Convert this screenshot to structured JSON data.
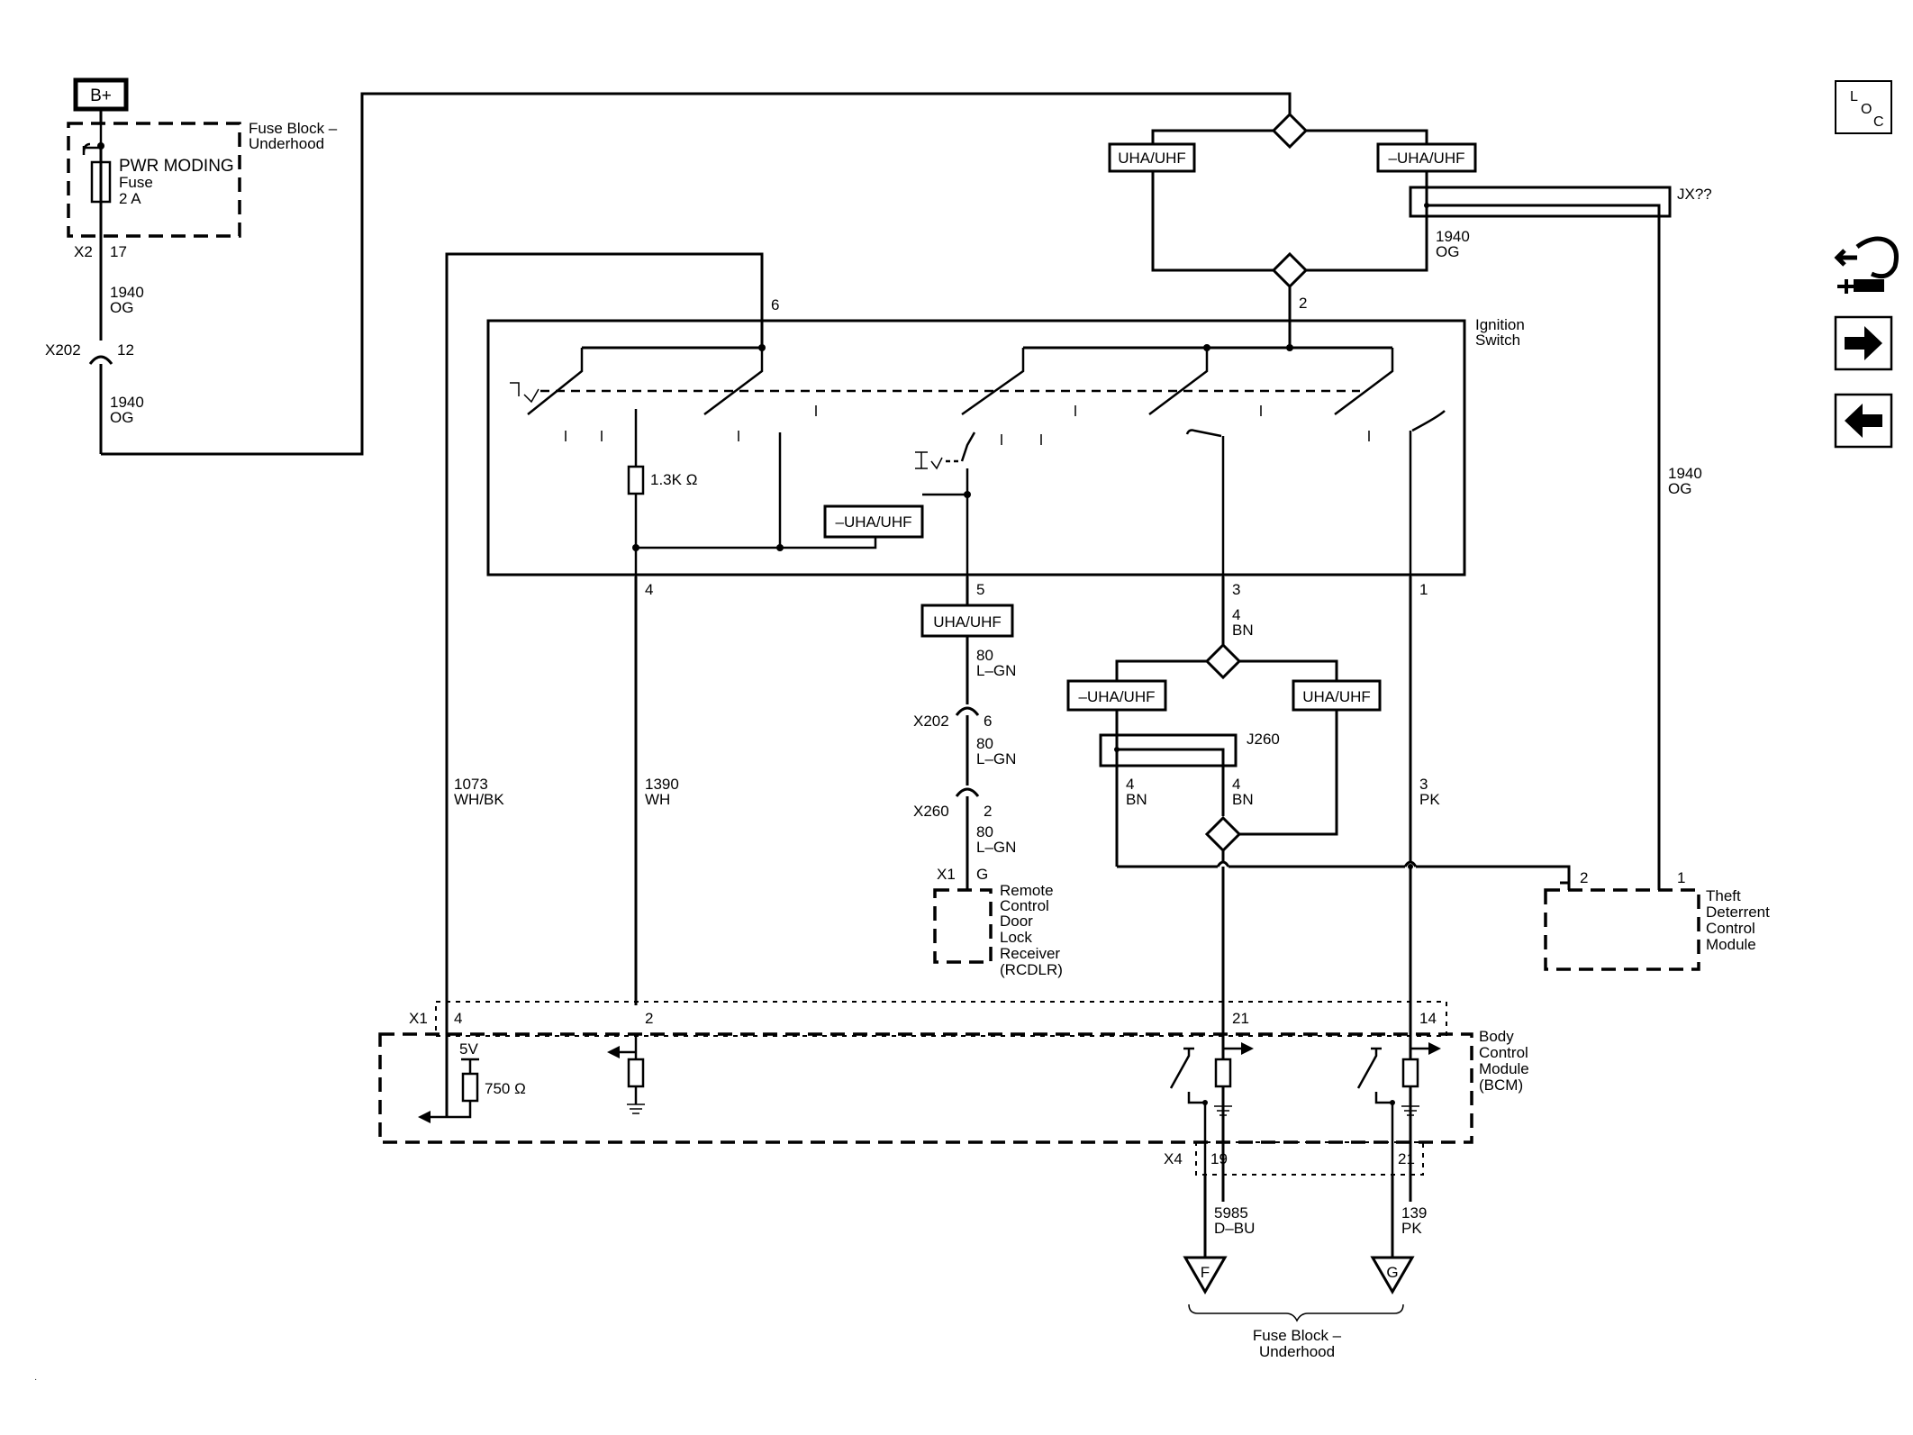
{
  "power": {
    "bplus": "B+"
  },
  "fuse_block_top": {
    "title": [
      "Fuse Block –",
      "Underhood"
    ],
    "fuse_name": "PWR MODING",
    "fuse_sub": [
      "Fuse",
      "2 A"
    ]
  },
  "loc_icon": {
    "l": "L",
    "o": "O",
    "c": "C"
  },
  "connectors": {
    "x2": "X2",
    "x2_pin": "17",
    "x202_a": "X202",
    "x202_a_pin": "12",
    "x202_b": "X202",
    "x202_b_pin": "6",
    "x260": "X260",
    "x260_pin": "2",
    "x1_rcdlr": "X1",
    "x1_rcdlr_pin": "G",
    "x1_bcm": "X1",
    "x4_bcm": "X4",
    "jx": "JX??",
    "j260": "J260"
  },
  "wires": {
    "og_top": [
      "1940",
      "OG"
    ],
    "og_mid": [
      "1940",
      "OG"
    ],
    "og_jx": [
      "1940",
      "OG"
    ],
    "og_right": [
      "1940",
      "OG"
    ],
    "whbk": [
      "1073",
      "WH/BK"
    ],
    "wh": [
      "1390",
      "WH"
    ],
    "lgn1": [
      "80",
      "L–GN"
    ],
    "lgn2": [
      "80",
      "L–GN"
    ],
    "lgn3": [
      "80",
      "L–GN"
    ],
    "bn_top": [
      "4",
      "BN"
    ],
    "bn_left": [
      "4",
      "BN"
    ],
    "bn_right": [
      "4",
      "BN"
    ],
    "pk": [
      "3",
      "PK"
    ],
    "dbu": [
      "5985",
      "D–BU"
    ],
    "pk2": [
      "139",
      "PK"
    ]
  },
  "option_tags": {
    "top_left": "UHA/UHF",
    "top_right": "–UHA/UHF",
    "ign_inner": "–UHA/UHF",
    "rcdlr": "UHA/UHF",
    "bn_left": "–UHA/UHF",
    "bn_right": "UHA/UHF"
  },
  "ignition_switch": {
    "title": [
      "Ignition",
      "Switch"
    ],
    "pin_top_6": "6",
    "pin_top_2": "2",
    "pin_4": "4",
    "pin_5": "5",
    "pin_3": "3",
    "pin_1": "1",
    "resistor": "1.3K Ω"
  },
  "rcdlr": {
    "title": [
      "Remote",
      "Control",
      "Door",
      "Lock",
      "Receiver",
      "(RCDLR)"
    ]
  },
  "tdm": {
    "title": [
      "Theft",
      "Deterrent",
      "Control",
      "Module"
    ],
    "pin_2": "2",
    "pin_1": "1"
  },
  "bcm": {
    "title": [
      "Body",
      "Control",
      "Module",
      "(BCM)"
    ],
    "pin_4": "4",
    "pin_2": "2",
    "pin_21": "21",
    "pin_14": "14",
    "pin_19": "19",
    "pin_21b": "21",
    "v5": "5V",
    "resistor": "750 Ω"
  },
  "fuse_block_bottom": {
    "title": [
      "Fuse Block –",
      "Underhood"
    ],
    "f": "F",
    "g": "G"
  }
}
